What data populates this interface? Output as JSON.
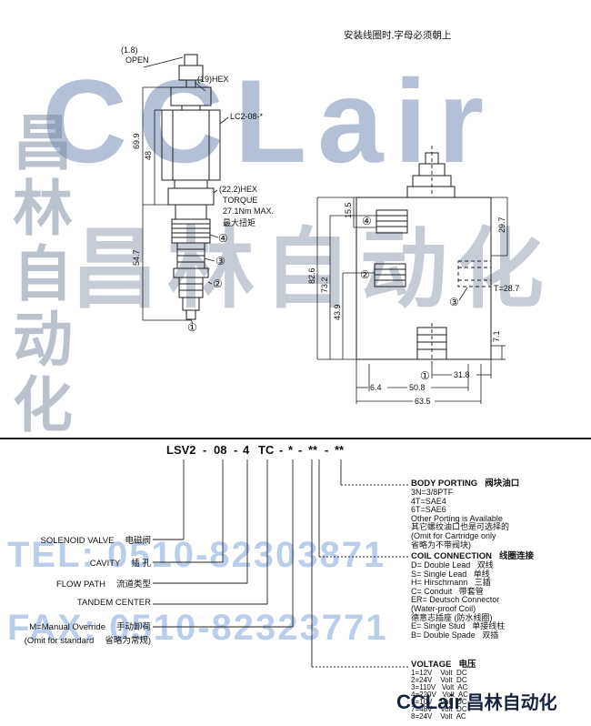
{
  "note_top": "安装线圈时,字母必须朝上",
  "watermarks": {
    "brand": "CCLair",
    "brand_cn_h": "昌林自动化",
    "brand_cn_v": "昌林自动化",
    "tel": "TEL: 0510-82303871",
    "fax": "FAX: 0510-82323771",
    "footer_brand": "CCLair",
    "footer_cn": "昌林自动化"
  },
  "colors": {
    "watermark_blue": "#6882ac",
    "light_blue": "#82a5dc",
    "line_dark": "#1c1c1c",
    "footer_dark": "#16233f"
  },
  "drawing_left": {
    "dim_open_value": "(1.8)",
    "dim_open_label": "OPEN",
    "hex_top": "(19)HEX",
    "coil_model": "LC2-08-*",
    "hex_bottom": "(22.2)HEX",
    "torque_line1": "TORQUE",
    "torque_line2": "27.1Nm MAX.",
    "torque_line3": "最大扭矩",
    "dim_total": "69.9",
    "dim_coil": "48",
    "dim_lower": "54.7",
    "port4": "④",
    "port3": "③",
    "port2": "②",
    "port1": "①"
  },
  "drawing_right": {
    "dim_top": "15.5",
    "dim_mid": "43.9",
    "dim_tall": "73.2",
    "dim_total": "82.6",
    "dim_right": "29.7",
    "thread_note": "T=28.7",
    "dim_7_1": "7.1",
    "dim_31_8": "31.8",
    "dim_6_4": "6.4",
    "dim_50_8": "50.8",
    "dim_63_5": "63.5",
    "port4": "④",
    "port2": "②",
    "port1": "①",
    "port3": "③"
  },
  "model_code": {
    "seg_series": "LSV2",
    "sep1": "-",
    "seg_cavity": "08",
    "sep2": "-",
    "seg_flow": "4",
    "seg_spool": "TC",
    "sep3": "-",
    "seg_star1": "*",
    "sep4": "-",
    "seg_star2": "**",
    "sep5": "-",
    "seg_star3": "**"
  },
  "left_labels": {
    "solenoid_en": "SOLENOID VALVE",
    "solenoid_cn": "电磁阀",
    "cavity_en": "CAVITY",
    "cavity_cn": "插 孔",
    "flow_en": "FLOW PATH",
    "flow_cn": "流道类型",
    "tandem_en": "TANDEM CENTER",
    "manual_en": "M=Manual Override",
    "manual_cn": "手动卸荷",
    "omit_en": "(Omit for standard",
    "omit_cn": "省略为常规)"
  },
  "body_porting": {
    "title_en": "BODY PORTING",
    "title_cn": "阀块油口",
    "l1": "3N=3/8PTF",
    "l2": "4T=SAE4",
    "l3": "6T=SAE6",
    "l4": "Other Porting is Available",
    "l5": "其它螺纹油口也是可选择的",
    "l6": "(Omit for Cartridge only",
    "l7": "省略为不带阀块)"
  },
  "coil_connection": {
    "title_en": "COIL CONNECTION",
    "title_cn": "线圈连接",
    "l1": "D= Double Lead   双线",
    "l2": "S= Single Lead   单线",
    "l3": "H= Hirschmann   三插",
    "l4": "C= Conduit   带套管",
    "l5": "ER= Deutsch Connector",
    "l6": "(Water-proof Coil)",
    "l7": "德意志插座 (防水线圈)",
    "l8": "E= Single Stud   单接线柱",
    "l9": "B= Double Spade   双插"
  },
  "voltage": {
    "title_en": "VOLTAGE",
    "title_cn": "电压",
    "l1": "1=12V    Volt  DC",
    "l2": "2=24V    Volt  DC",
    "l3": "3=110V   Volt  AC",
    "l4": "4=220V   Volt  AC",
    "l5": "5=10V    Volt  DC",
    "l6": "7=48V    Volt  DC",
    "l7": "8=24V    Volt  AC"
  }
}
